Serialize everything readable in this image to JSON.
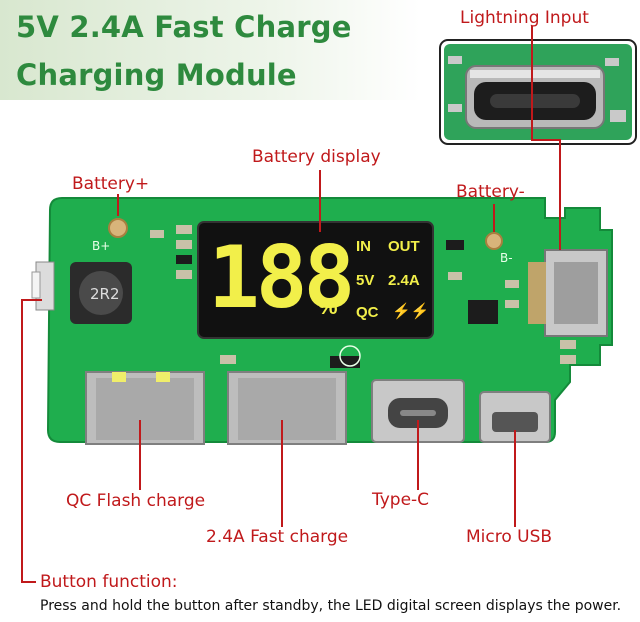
{
  "title": {
    "line1": "5V 2.4A Fast Charge",
    "line2": "Charging Module"
  },
  "labels": {
    "lightning_input": "Lightning Input",
    "battery_display": "Battery display",
    "battery_plus": "Battery+",
    "battery_minus": "Battery-",
    "qc_flash_charge": "QC Flash charge",
    "type_c": "Type-C",
    "fast_charge": "2.4A Fast charge",
    "micro_usb": "Micro USB"
  },
  "display": {
    "digits": "188",
    "percent": "%",
    "in": "IN",
    "out": "OUT",
    "v": "5V",
    "a": "2.4A",
    "qc": "QC",
    "bolts": "⚡⚡"
  },
  "note": {
    "title": "Button function:",
    "body": "Press and hold the button after standby, the LED digital screen displays the power."
  },
  "colors": {
    "title_green": "#2e8a3e",
    "label_red": "#c0191b",
    "pcb_green": "#1fae4e",
    "led_yellow": "#f2ef4a"
  }
}
